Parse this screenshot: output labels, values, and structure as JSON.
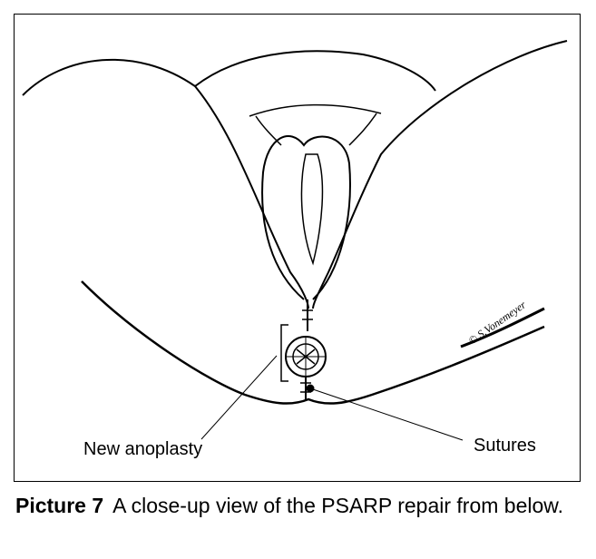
{
  "figure": {
    "labels": {
      "anoplasty": "New anoplasty",
      "sutures": "Sutures"
    },
    "signature": "© S.Vonemeyer"
  },
  "caption": {
    "number": "Picture 7",
    "text": "A close-up view of the PSARP repair from below."
  }
}
